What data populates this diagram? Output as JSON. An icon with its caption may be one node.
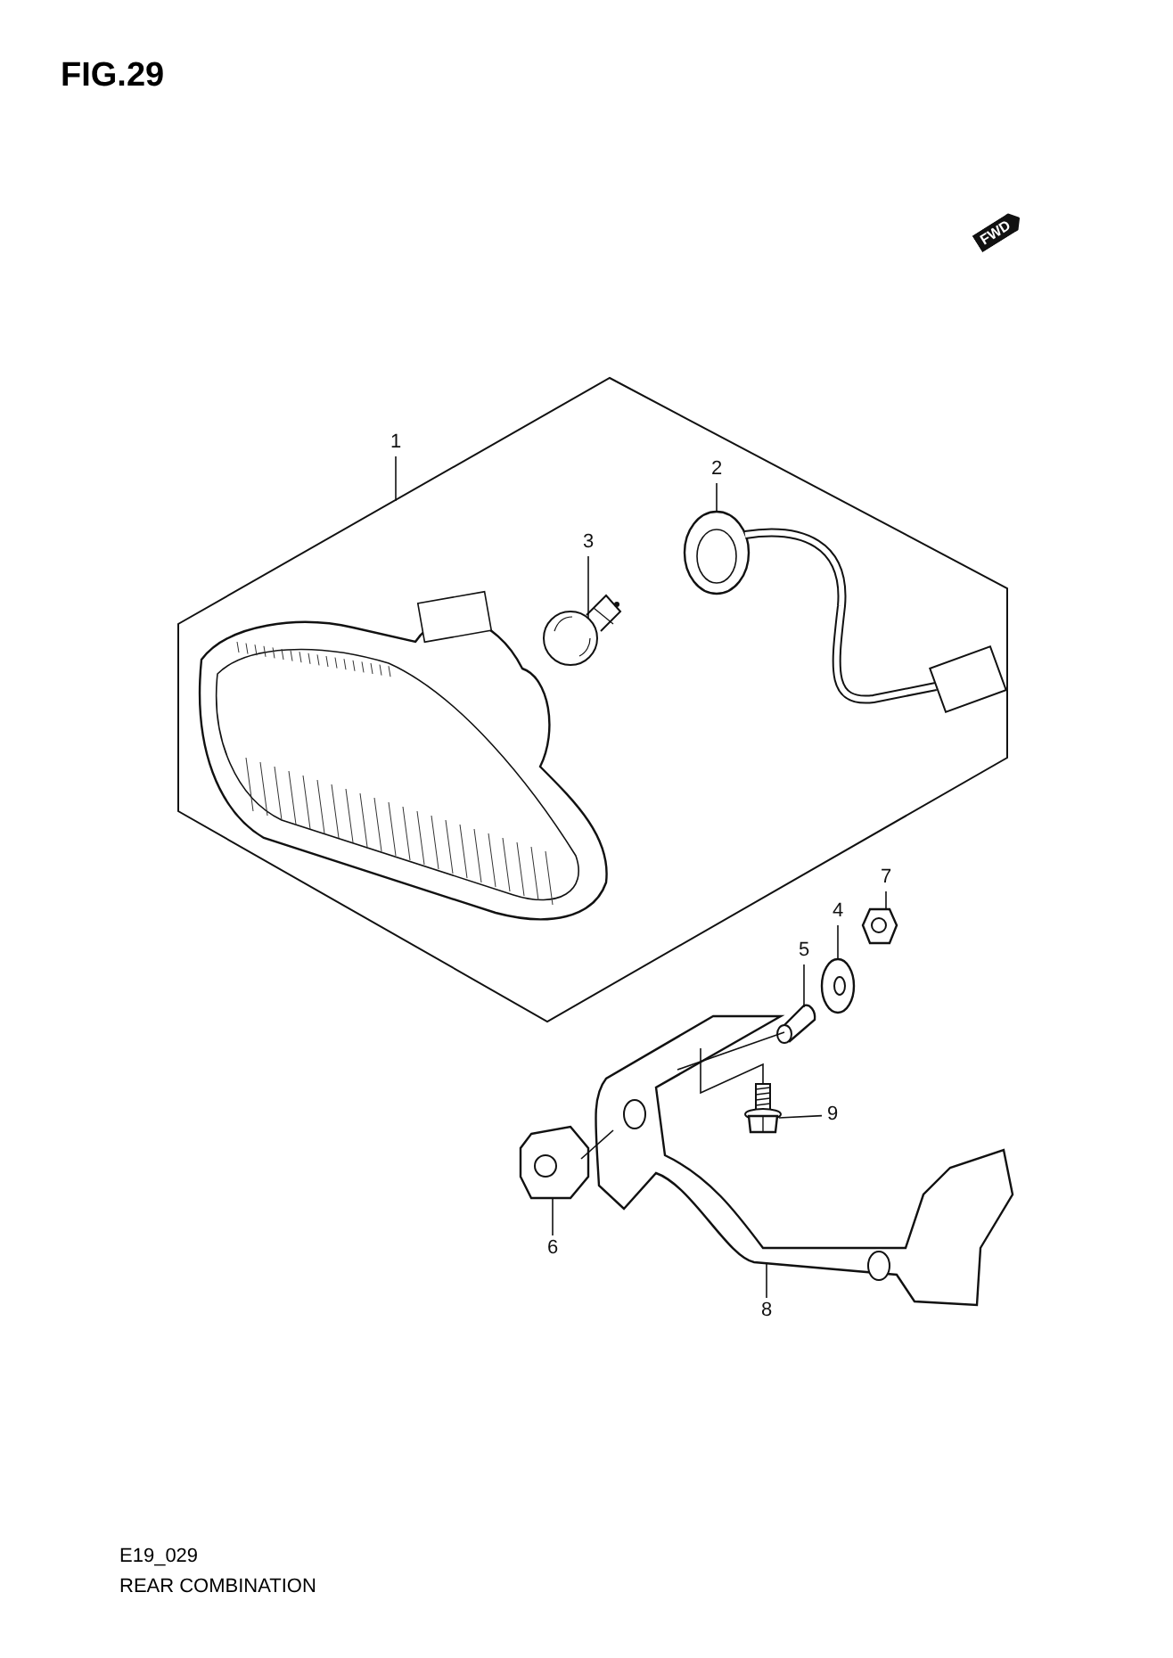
{
  "diagram": {
    "title": "FIG.29",
    "caption": "REAR COMBINATION",
    "nodes": [
      {
        "text": [
          "1"
        ]
      },
      {
        "text": [
          "2"
        ],
        "in": 9
      },
      {
        "text": [
          "3"
        ],
        "in": 9
      },
      {
        "text": [
          "4"
        ]
      },
      {
        "text": [
          "5"
        ]
      },
      {
        "text": [
          "6"
        ]
      },
      {
        "text": [
          "7"
        ]
      },
      {
        "text": [
          "8"
        ]
      },
      {
        "text": [
          "9"
        ]
      },
      {
        "text": [],
        "shape": "box"
      },
      {
        "text": [],
        "shape": "picture",
        "in": 9
      },
      {
        "text": [],
        "shape": "picture",
        "in": 9
      },
      {
        "text": [],
        "shape": "picture",
        "in": 9
      },
      {
        "text": [],
        "shape": "picture"
      },
      {
        "text": [],
        "shape": "picture"
      },
      {
        "text": [],
        "shape": "picture"
      },
      {
        "text": [],
        "shape": "picture"
      },
      {
        "text": [],
        "shape": "picture"
      },
      {
        "text": [],
        "shape": "picture"
      }
    ],
    "edges": [
      {
        "from": 0,
        "to": 9,
        "arrow": "none"
      },
      {
        "from": 1,
        "to": 11,
        "arrow": "none"
      },
      {
        "from": 2,
        "to": 12,
        "arrow": "none"
      },
      {
        "from": 3,
        "to": 13,
        "arrow": "none"
      },
      {
        "from": 4,
        "to": 14,
        "arrow": "none"
      },
      {
        "from": 5,
        "to": 15,
        "arrow": "none"
      },
      {
        "from": 6,
        "to": 16,
        "arrow": "none"
      },
      {
        "from": 7,
        "to": 17,
        "arrow": "none"
      },
      {
        "from": 8,
        "to": 18,
        "arrow": "none"
      },
      {
        "from": 15,
        "to": 17,
        "arrow": "none"
      },
      {
        "from": 17,
        "to": 14,
        "arrow": "none"
      },
      {
        "from": 17,
        "to": 18,
        "arrow": "none"
      }
    ],
    "labels": [
      "FWD",
      "E19_029"
    ]
  }
}
